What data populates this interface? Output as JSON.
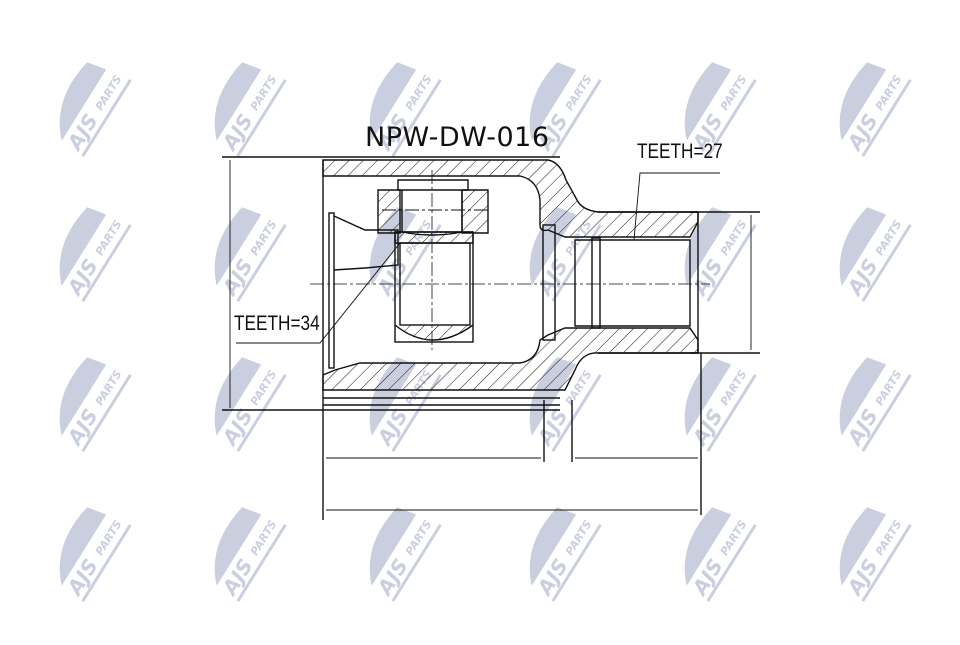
{
  "diagram": {
    "part_number": "NPW-DW-016",
    "type": "Inner CV joint technical drawing (cross-section)",
    "labels": {
      "outer_teeth": "TEETH=27",
      "inner_teeth": "TEETH=34"
    }
  },
  "watermark": {
    "text_main": "AJS",
    "text_sub": "PARTS",
    "color": "#b9bfd6",
    "columns": [
      88,
      243,
      398,
      558,
      713,
      868
    ],
    "rows": [
      110,
      255,
      405,
      555
    ]
  },
  "colors": {
    "line": "#111111",
    "background": "#ffffff"
  }
}
